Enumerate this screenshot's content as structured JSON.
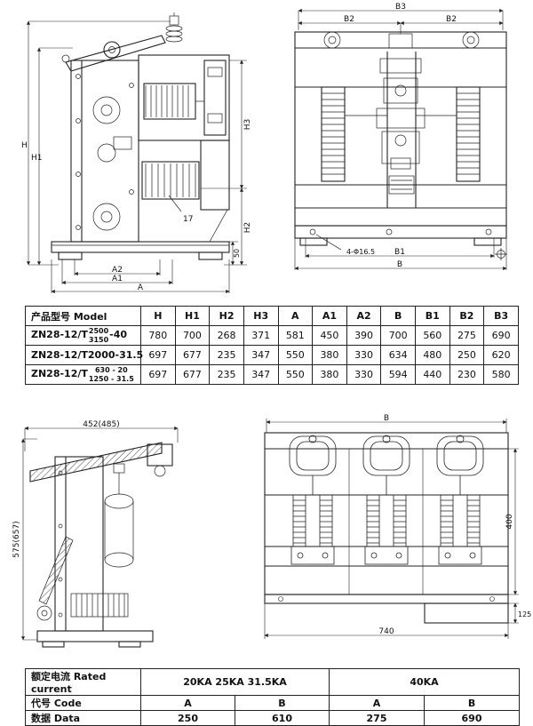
{
  "drawings": {
    "side_view_top": {
      "dims": {
        "H": "H",
        "H1": "H1",
        "H2": "H2",
        "H3": "H3",
        "A": "A",
        "A1": "A1",
        "A2": "A2",
        "base_height": "50",
        "callout": "17"
      }
    },
    "front_view_top": {
      "dims": {
        "B": "B",
        "B1": "B1",
        "B2": "B2",
        "B3": "B3",
        "holes": "4-Φ16.5"
      }
    },
    "side_view_bottom": {
      "dims": {
        "width": "452(485)",
        "height": "575(657)"
      }
    },
    "front_view_bottom": {
      "dims": {
        "B": "B",
        "height": "400",
        "step": "125",
        "width": "740"
      }
    }
  },
  "model_table": {
    "headers": [
      "产品型号 Model",
      "H",
      "H1",
      "H2",
      "H3",
      "A",
      "A1",
      "A2",
      "B",
      "B1",
      "B2",
      "B3"
    ],
    "rows": [
      {
        "prefix": "ZN28-12/T",
        "stack_top": "2500",
        "stack_bottom": "3150",
        "suffix": "-40",
        "values": [
          "780",
          "700",
          "268",
          "371",
          "581",
          "450",
          "390",
          "700",
          "560",
          "275",
          "690"
        ]
      },
      {
        "prefix": "ZN28-12/T2000-31.5",
        "stack_top": "",
        "stack_bottom": "",
        "suffix": "",
        "values": [
          "697",
          "677",
          "235",
          "347",
          "550",
          "380",
          "330",
          "634",
          "480",
          "250",
          "620"
        ]
      },
      {
        "prefix": "ZN28-12/T",
        "stack_top": "630 - 20",
        "stack_bottom": "1250 - 31.5",
        "suffix": "",
        "values": [
          "697",
          "677",
          "235",
          "347",
          "550",
          "380",
          "330",
          "594",
          "440",
          "230",
          "580"
        ]
      }
    ]
  },
  "current_table": {
    "rated_current_label": "额定电流 Rated current",
    "group_low": "20KA 25KA 31.5KA",
    "group_high": "40KA",
    "code_label": "代号 Code",
    "codes": [
      "A",
      "B",
      "A",
      "B"
    ],
    "data_label": "数据 Data",
    "data": [
      "250",
      "610",
      "275",
      "690"
    ]
  }
}
